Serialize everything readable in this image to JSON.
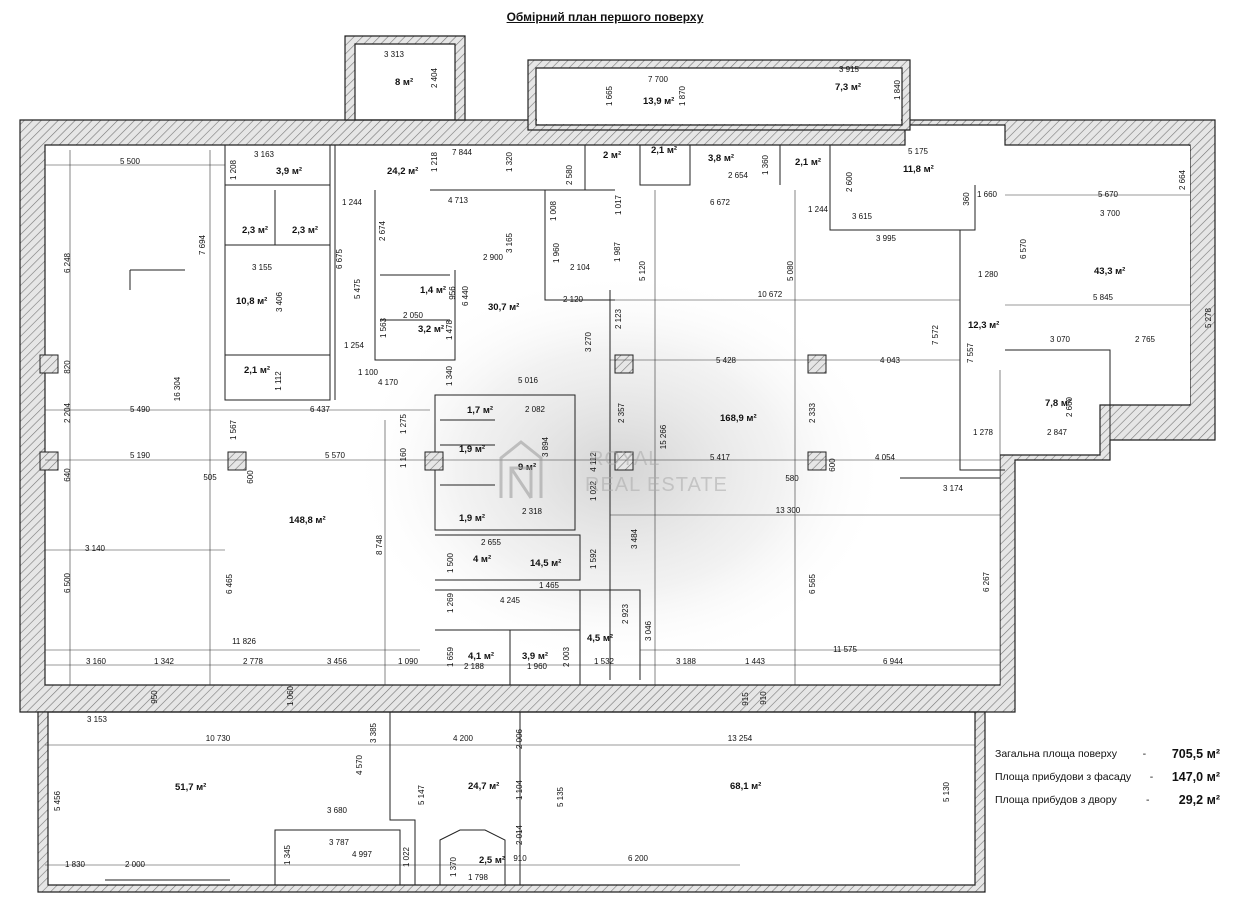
{
  "title": "Обмірний план першого поверху",
  "summary": [
    {
      "label": "Загальна площа поверху",
      "separator": "-",
      "value": "705,5 м²"
    },
    {
      "label": "Площа прибудови з фасаду",
      "separator": "-",
      "value": "147,0 м²"
    },
    {
      "label": "Площа прибудов з двору",
      "separator": "-",
      "value": "29,2 м²"
    }
  ],
  "watermark": {
    "line1": "ROYAL",
    "line2": "REAL ESTATE"
  },
  "rooms": [
    "8 м²",
    "13,9 м²",
    "7,3 м²",
    "3,9 м²",
    "24,2 м²",
    "2 м²",
    "2,1 м²",
    "3,8 м²",
    "2,1 м²",
    "11,8 м²",
    "2,3 м²",
    "2,3 м²",
    "10,8 м²",
    "1,4 м²",
    "3,2 м²",
    "30,7 м²",
    "43,3 м²",
    "12,3 м²",
    "2,1 м²",
    "1,7 м²",
    "168,9 м²",
    "7,8 м²",
    "1,9 м²",
    "9 м²",
    "1,9 м²",
    "148,8 м²",
    "4 м²",
    "14,5 м²",
    "4,5 м²",
    "4,1 м²",
    "3,9 м²",
    "51,7 м²",
    "24,7 м²",
    "68,1 м²",
    "2,5 м²"
  ],
  "dims_h": [
    "3 313",
    "7 700",
    "3 915",
    "3 163",
    "7 844",
    "2 654",
    "5 175",
    "5 500",
    "1 244",
    "4 713",
    "6 672",
    "1 244",
    "3 615",
    "3 995",
    "1 660",
    "5 670",
    "3 700",
    "3 155",
    "2 900",
    "2 104",
    "2 120",
    "10 672",
    "2 050",
    "1 254",
    "5 845",
    "1 280",
    "3 070",
    "2 765",
    "1 100",
    "4 170",
    "5 016",
    "5 428",
    "4 043",
    "6 437",
    "5 490",
    "2 082",
    "1 278",
    "2 847",
    "5 190",
    "5 570",
    "5 417",
    "4 054",
    "505",
    "580",
    "3 174",
    "2 318",
    "13 300",
    "3 140",
    "2 655",
    "1 465",
    "4 245",
    "11 826",
    "11 575",
    "3 160",
    "1 342",
    "2 778",
    "3 456",
    "1 090",
    "2 188",
    "1 960",
    "1 532",
    "3 188",
    "1 443",
    "6 944",
    "3 153",
    "10 730",
    "4 200",
    "13 254",
    "3 680",
    "3 787",
    "4 997",
    "1 830",
    "2 000",
    "910",
    "6 200",
    "1 798"
  ],
  "dims_v": [
    "2 404",
    "1 665",
    "1 870",
    "1 840",
    "1 208",
    "1 218",
    "1 320",
    "2 580",
    "1 360",
    "2 600",
    "2 664",
    "1 008",
    "1 017",
    "360",
    "6 248",
    "7 694",
    "2 674",
    "3 165",
    "1 960",
    "1 987",
    "5 120",
    "5 080",
    "6 675",
    "5 475",
    "6 440",
    "956",
    "3 406",
    "1 478",
    "1 563",
    "2 123",
    "3 270",
    "6 570",
    "7 572",
    "7 557",
    "5 278",
    "820",
    "1 112",
    "1 340",
    "2 357",
    "2 333",
    "2 660",
    "16 304",
    "2 204",
    "1 567",
    "1 275",
    "1 160",
    "3 894",
    "4 112",
    "15 266",
    "600",
    "640",
    "600",
    "1 022",
    "8 748",
    "1 592",
    "3 484",
    "1 500",
    "6 465",
    "6 500",
    "6 565",
    "6 267",
    "1 269",
    "2 923",
    "3 046",
    "1 659",
    "2 003",
    "950",
    "1 060",
    "915",
    "910",
    "3 385",
    "2 006",
    "4 570",
    "1 104",
    "5 147",
    "5 135",
    "5 130",
    "5 456",
    "2 014",
    "1 345",
    "1 022",
    "1 370"
  ]
}
